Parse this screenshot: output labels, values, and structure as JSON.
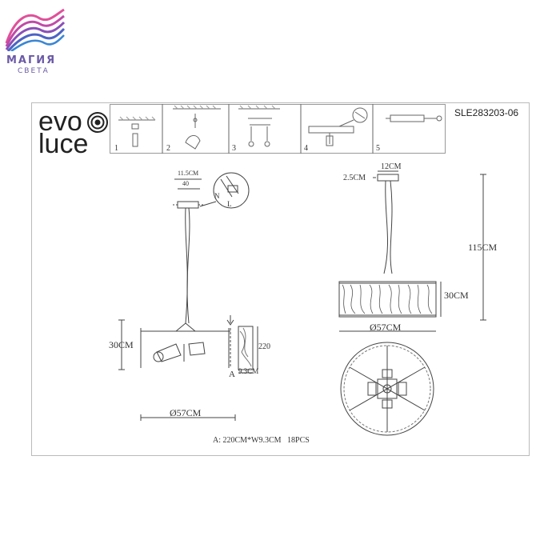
{
  "brand_logo": {
    "line1": "МАГИЯ",
    "line2": "СВЕТА"
  },
  "evoluce_logo": {
    "line1": "evo",
    "line2": "luce"
  },
  "model_code": "SLE283203-06",
  "steps": [
    "1",
    "2",
    "3",
    "4",
    "5"
  ],
  "left_view": {
    "top_width": "11.5CM",
    "top_sub": "40",
    "wire_n": "N",
    "wire_l": "L",
    "height": "30CM",
    "diameter": "Ø57CM",
    "part_label": "A",
    "part_height": "220",
    "part_width": "9.3CM"
  },
  "right_view": {
    "canopy_width": "12CM",
    "canopy_height": "2.5CM",
    "total_height": "115CM",
    "shade_height": "30CM",
    "diameter": "Ø57CM"
  },
  "parts_note": "A: 220CM*W9.3CM   18PCS"
}
